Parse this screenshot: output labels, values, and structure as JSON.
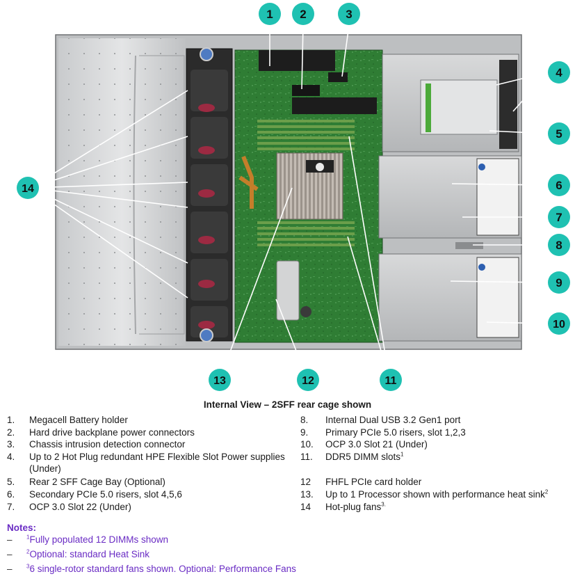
{
  "callouts": [
    "1",
    "2",
    "3",
    "4",
    "5",
    "6",
    "7",
    "8",
    "9",
    "10",
    "11",
    "12",
    "13",
    "14"
  ],
  "caption": "Internal View – 2SFF rear cage shown",
  "legend": [
    {
      "num": "1.",
      "text": "Megacell Battery holder",
      "sup": ""
    },
    {
      "num": "2.",
      "text": "Hard drive backplane power connectors",
      "sup": ""
    },
    {
      "num": "3.",
      "text": "Chassis intrusion detection connector",
      "sup": ""
    },
    {
      "num": "4.",
      "text": "Up to 2 Hot Plug redundant HPE Flexible Slot Power supplies",
      "sup": ""
    },
    {
      "num": "",
      "text": "(Under)",
      "sup": ""
    },
    {
      "num": "5.",
      "text": "Rear 2 SFF Cage Bay (Optional)",
      "sup": ""
    },
    {
      "num": "6.",
      "text": "Secondary PCIe 5.0 risers, slot 4,5,6",
      "sup": ""
    },
    {
      "num": "7.",
      "text": "OCP 3.0 Slot 22 (Under)",
      "sup": ""
    },
    {
      "num": "8.",
      "text": "Internal Dual USB 3.2 Gen1 port",
      "sup": ""
    },
    {
      "num": "9.",
      "text": "Primary PCIe 5.0 risers, slot 1,2,3",
      "sup": ""
    },
    {
      "num": "10.",
      "text": "OCP 3.0 Slot 21 (Under)",
      "sup": ""
    },
    {
      "num": "11.",
      "text": "DDR5 DIMM slots",
      "sup": "1"
    },
    {
      "num": "12",
      "text": "FHFL PCIe card holder",
      "sup": ""
    },
    {
      "num": "13.",
      "text": "Up to 1 Processor shown with performance heat sink",
      "sup": "2"
    },
    {
      "num": "14",
      "text": "Hot-plug fans",
      "sup": "3."
    }
  ],
  "notes": {
    "title": "Notes:",
    "dash": "–",
    "items": [
      {
        "sup": "1",
        "text": "Fully populated 12 DIMMs shown"
      },
      {
        "sup": "2",
        "text": "Optional: standard Heat Sink"
      },
      {
        "sup": "3",
        "text": "6 single-rotor standard fans shown. Optional: Performance Fans"
      }
    ]
  },
  "colors": {
    "callout_fill": "#1fc1b2",
    "callout_text": "#101010",
    "notes_text": "#6a2cc4",
    "board_green": "#2f7d34"
  }
}
